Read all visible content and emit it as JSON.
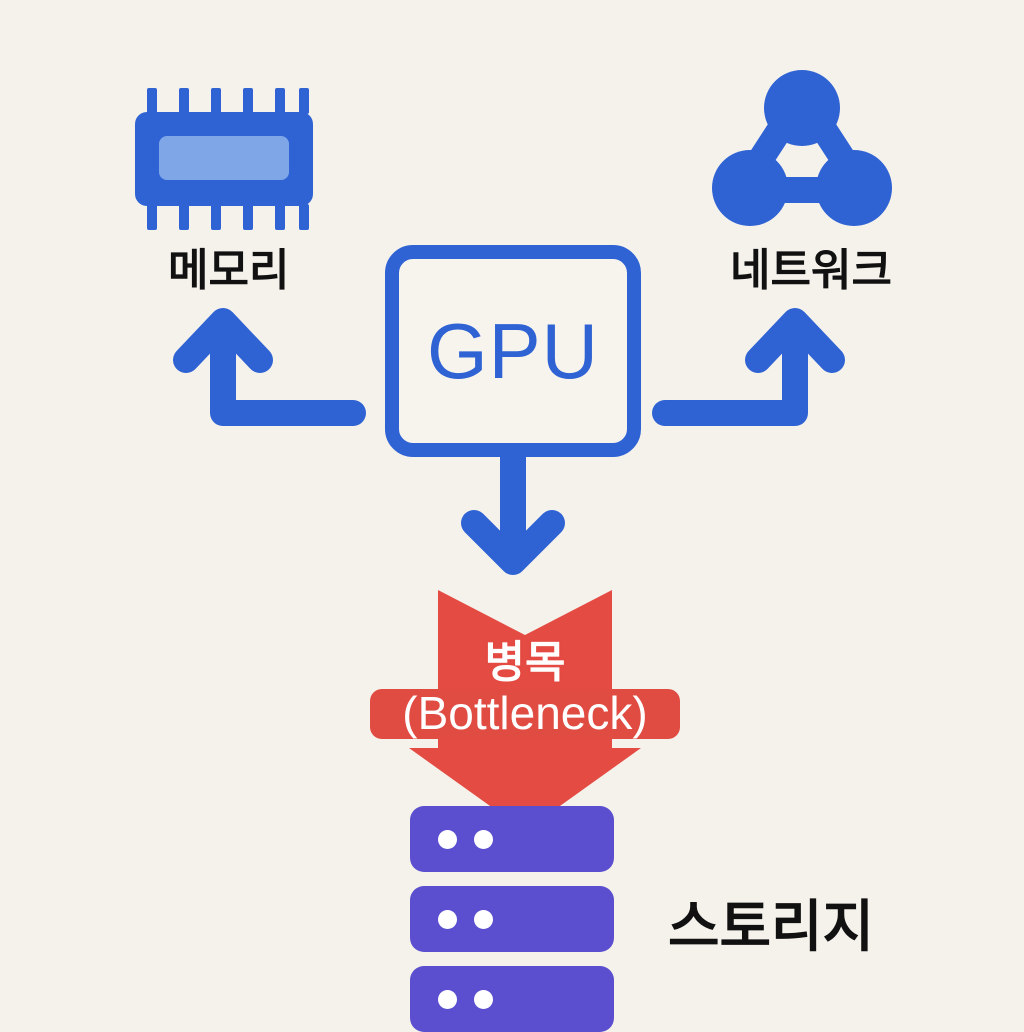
{
  "diagram": {
    "title_text_present": false,
    "background_color": "#f5f2ec",
    "nodes": {
      "memory": {
        "label": "메모리",
        "icon": "memory-chip-icon",
        "color": "#2f63d4",
        "inner_color": "#7fa7e8",
        "pin_count_top": 6,
        "pin_count_bottom": 6
      },
      "network": {
        "label": "네트워크",
        "icon": "network-nodes-icon",
        "color": "#2f63d4",
        "node_count": 3
      },
      "gpu": {
        "label": "GPU",
        "icon": "gpu-box-icon",
        "border_color": "#2f63d4",
        "fill_color": "#f7f4ee",
        "text_color": "#2f63d4"
      },
      "bottleneck": {
        "label_kr": "병목",
        "label_en": "(Bottleneck)",
        "icon": "down-arrow-bottleneck-icon",
        "color": "#e44b42",
        "text_color": "#ffffff"
      },
      "storage": {
        "label": "스토리지",
        "icon": "storage-stack-icon",
        "color": "#5b4fcf",
        "bar_count": 3,
        "dots_per_bar": 2,
        "dot_color": "#ffffff"
      }
    },
    "connectors": [
      {
        "name": "gpu-to-memory-arrow",
        "from": "gpu",
        "to": "memory",
        "direction": "up-left",
        "color": "#2f63d4",
        "arrowhead": "up"
      },
      {
        "name": "gpu-to-network-arrow",
        "from": "gpu",
        "to": "network",
        "direction": "up-right",
        "color": "#2f63d4",
        "arrowhead": "up"
      },
      {
        "name": "gpu-to-bottleneck-arrow",
        "from": "gpu",
        "to": "bottleneck",
        "direction": "down",
        "color": "#2f63d4",
        "arrowhead": "down"
      }
    ]
  }
}
